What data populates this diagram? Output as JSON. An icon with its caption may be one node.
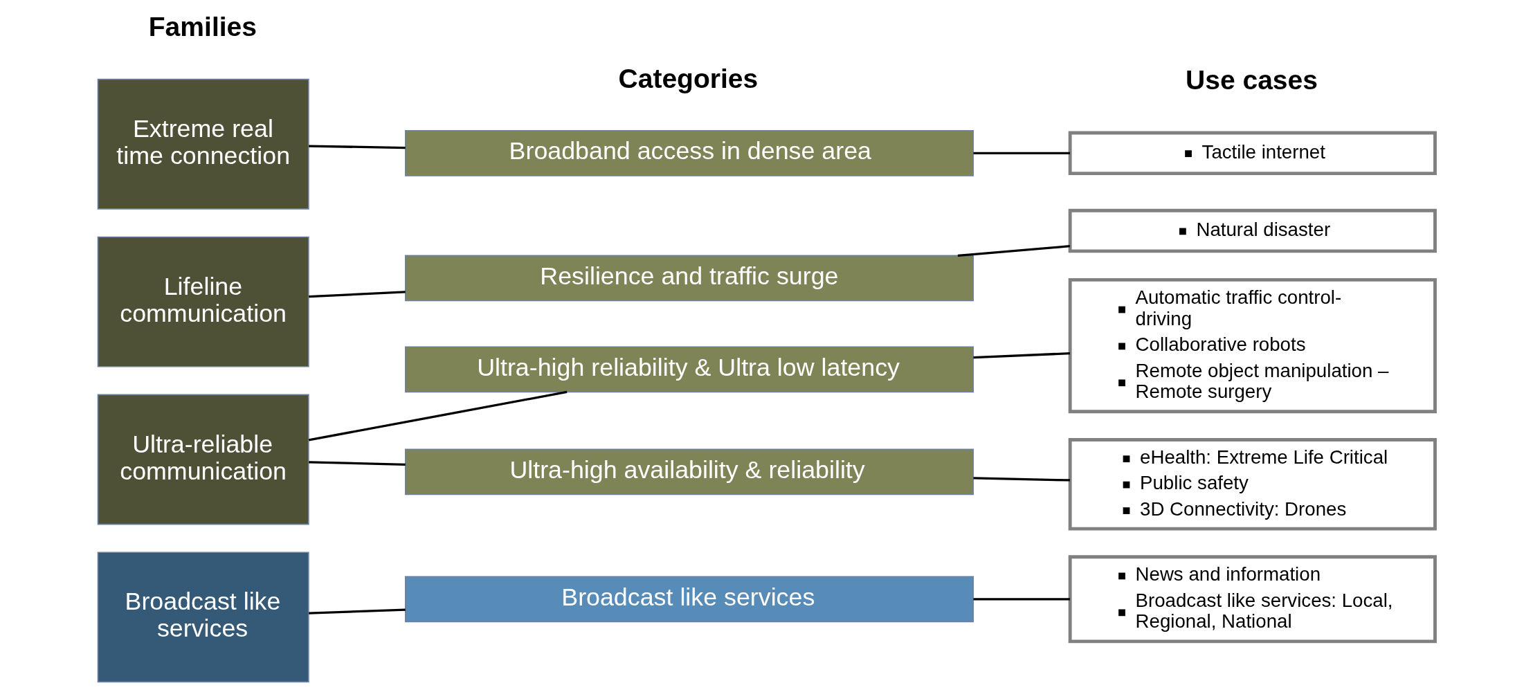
{
  "diagram": {
    "nodes": [
      {
        "text": [
          "Extreme real time connection"
        ]
      },
      {
        "text": [
          "Lifeline communication"
        ]
      },
      {
        "text": [
          "Ultra-reliable communication"
        ]
      },
      {
        "text": [
          "Broadcast like services"
        ]
      },
      {
        "text": [
          "Broadband access in dense area"
        ]
      },
      {
        "text": [
          "Resilience and traffic surge"
        ]
      },
      {
        "text": [
          "Ultra-high reliability & Ultra low latency"
        ]
      },
      {
        "text": [
          "Ultra-high availability & reliability"
        ]
      },
      {
        "text": [
          "Broadcast like services"
        ]
      },
      {
        "text": [
          "Tactile internet"
        ]
      },
      {
        "text": [
          "Natural disaster"
        ]
      },
      {
        "text": [
          "Automatic traffic control-driving",
          "Collaborative robots",
          "Remote object manipulation – Remote surgery"
        ]
      },
      {
        "text": [
          "eHealth: Extreme Life Critical",
          "Public safety",
          "3D Connectivity: Drones"
        ]
      },
      {
        "text": [
          "News and information",
          "Broadcast like services: Local, Regional, National"
        ]
      }
    ],
    "edges": [
      {
        "from": 0,
        "to": 4,
        "arrow": "none"
      },
      {
        "from": 4,
        "to": 9,
        "arrow": "none"
      },
      {
        "from": 1,
        "to": 5,
        "arrow": "none"
      },
      {
        "from": 5,
        "to": 10,
        "arrow": "none"
      },
      {
        "from": 2,
        "to": 6,
        "arrow": "none"
      },
      {
        "from": 2,
        "to": 7,
        "arrow": "none"
      },
      {
        "from": 6,
        "to": 11,
        "arrow": "none"
      },
      {
        "from": 7,
        "to": 12,
        "arrow": "none"
      },
      {
        "from": 3,
        "to": 8,
        "arrow": "none"
      },
      {
        "from": 8,
        "to": 13,
        "arrow": "none"
      }
    ],
    "labels": [
      "Families",
      "Categories",
      "Use cases"
    ]
  }
}
